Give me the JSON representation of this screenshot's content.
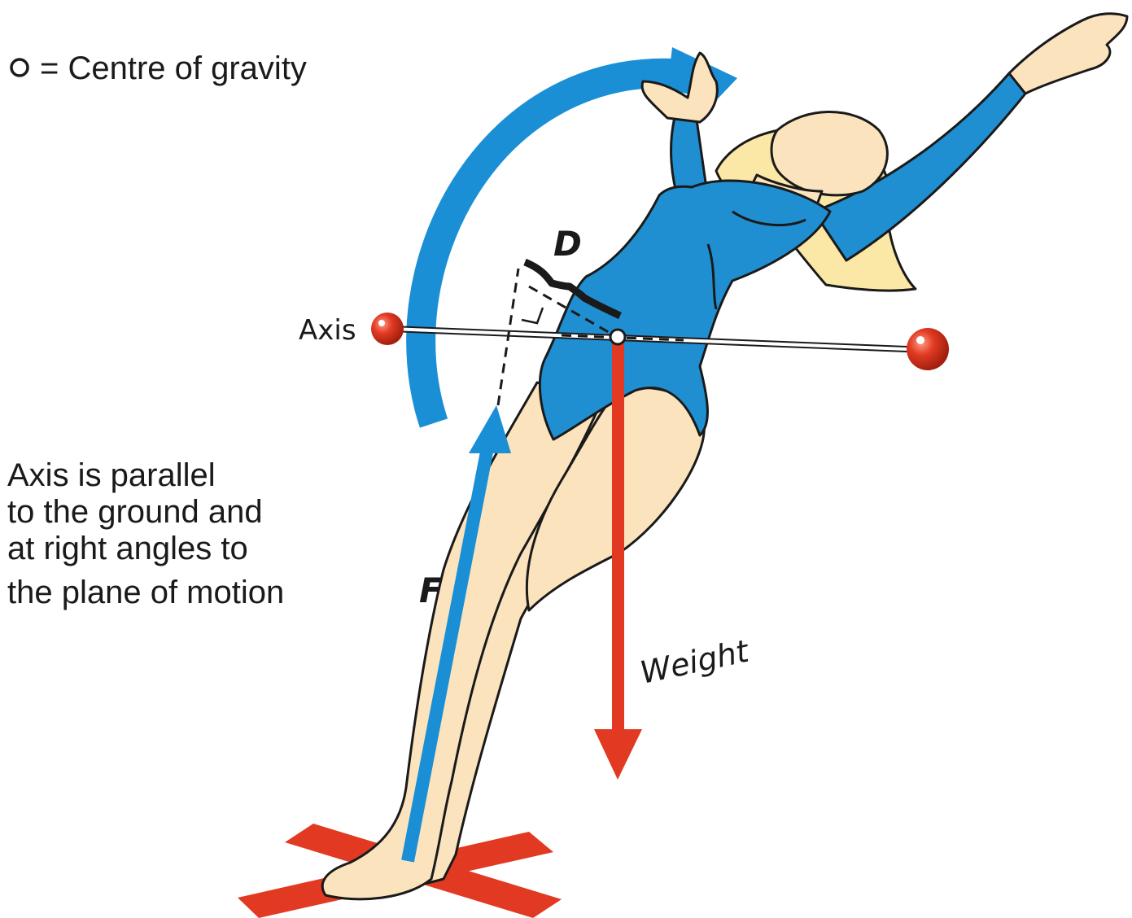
{
  "legend": {
    "symbol": "o",
    "text": "= Centre of gravity"
  },
  "labels": {
    "axis": "Axis",
    "distance": "D",
    "force": "F",
    "weight": "Weight"
  },
  "note": {
    "lines": [
      "Axis is parallel",
      "to the ground and",
      "at right angles to",
      "the plane of motion"
    ]
  },
  "colors": {
    "rotation_arrow": "#1a8fd6",
    "force_arrow": "#1a8fd6",
    "weight_arrow": "#e23a22",
    "axis_ends": "#e23a22",
    "ground_cross": "#e23a22",
    "leotard": "#1f8fd1",
    "skin": "#fbe3bd",
    "hair": "#fbe7a6",
    "outline": "#1a1a1a"
  }
}
